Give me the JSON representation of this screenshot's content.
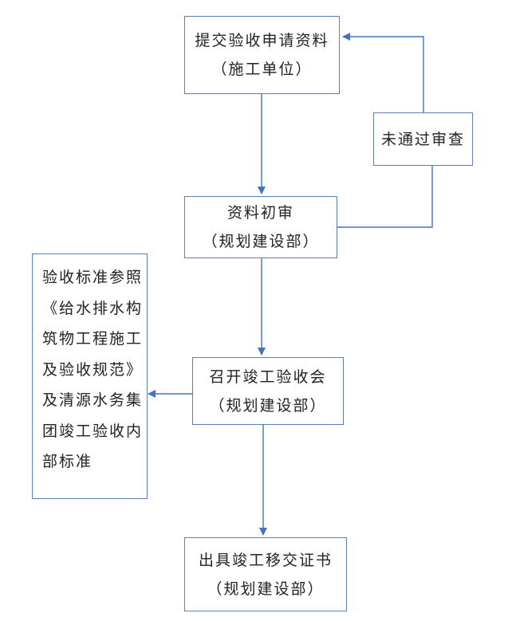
{
  "flowchart": {
    "submit": {
      "line1": "提交验收申请资料",
      "line2": "（施工单位）"
    },
    "rejected": {
      "label": "未通过审查"
    },
    "preliminary_review": {
      "line1": "资料初审",
      "line2": "（规划建设部）"
    },
    "meeting": {
      "line1": "召开竣工验收会",
      "line2": "（规划建设部）"
    },
    "standards": {
      "lines": [
        "验收标准参照",
        "《给水排水构",
        "筑物工程施工",
        "及验收规范》",
        "及清源水务集",
        "团竣工验收内",
        "部标准"
      ]
    },
    "certificate": {
      "line1": "出具竣工移交证书",
      "line2": "（规划建设部）"
    }
  },
  "colors": {
    "box_border": "#5b7fb6",
    "connector": "#4472c4",
    "text": "#222222"
  }
}
